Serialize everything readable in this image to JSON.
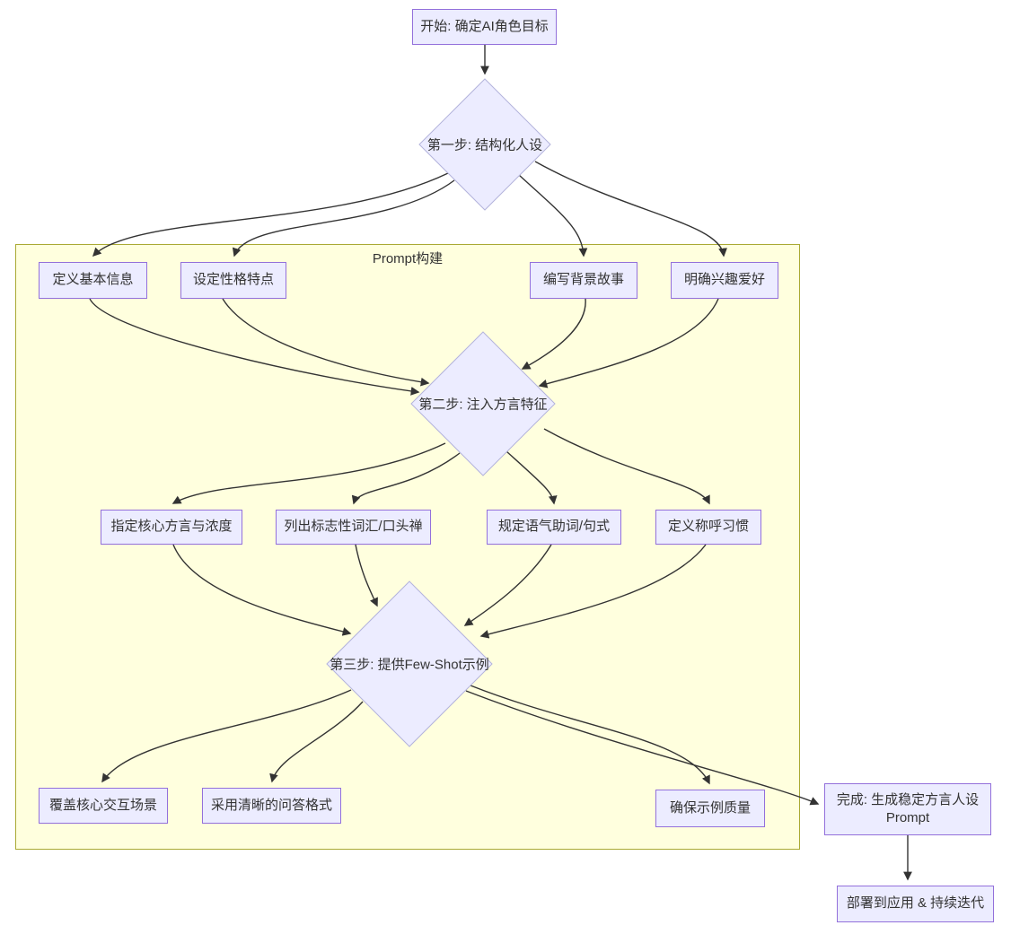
{
  "diagram": {
    "type": "flowchart",
    "cluster_label": "Prompt构建",
    "nodes": {
      "start": {
        "label": "开始: 确定AI角色目标",
        "shape": "rect"
      },
      "step1": {
        "label": "第一步: 结构化人设",
        "shape": "diamond"
      },
      "b1": {
        "label": "定义基本信息",
        "shape": "rect"
      },
      "b2": {
        "label": "设定性格特点",
        "shape": "rect"
      },
      "b3": {
        "label": "编写背景故事",
        "shape": "rect"
      },
      "b4": {
        "label": "明确兴趣爱好",
        "shape": "rect"
      },
      "step2": {
        "label": "第二步: 注入方言特征",
        "shape": "diamond"
      },
      "c1": {
        "label": "指定核心方言与浓度",
        "shape": "rect"
      },
      "c2": {
        "label": "列出标志性词汇/口头禅",
        "shape": "rect"
      },
      "c3": {
        "label": "规定语气助词/句式",
        "shape": "rect"
      },
      "c4": {
        "label": "定义称呼习惯",
        "shape": "rect"
      },
      "step3": {
        "label": "第三步: 提供Few-Shot示例",
        "shape": "diamond"
      },
      "e1": {
        "label": "覆盖核心交互场景",
        "shape": "rect"
      },
      "e2": {
        "label": "采用清晰的问答格式",
        "shape": "rect"
      },
      "e3": {
        "label": "确保示例质量",
        "shape": "rect"
      },
      "done": {
        "label": "完成: 生成稳定方言人设 Prompt",
        "shape": "rect"
      },
      "deploy": {
        "label": "部署到应用 & 持续迭代",
        "shape": "rect"
      }
    },
    "edges": [
      {
        "from": "start",
        "to": "step1"
      },
      {
        "from": "step1",
        "to": "b1"
      },
      {
        "from": "step1",
        "to": "b2"
      },
      {
        "from": "step1",
        "to": "b3"
      },
      {
        "from": "step1",
        "to": "b4"
      },
      {
        "from": "b1",
        "to": "step2"
      },
      {
        "from": "b2",
        "to": "step2"
      },
      {
        "from": "b3",
        "to": "step2"
      },
      {
        "from": "b4",
        "to": "step2"
      },
      {
        "from": "step2",
        "to": "c1"
      },
      {
        "from": "step2",
        "to": "c2"
      },
      {
        "from": "step2",
        "to": "c3"
      },
      {
        "from": "step2",
        "to": "c4"
      },
      {
        "from": "c1",
        "to": "step3"
      },
      {
        "from": "c2",
        "to": "step3"
      },
      {
        "from": "c3",
        "to": "step3"
      },
      {
        "from": "c4",
        "to": "step3"
      },
      {
        "from": "step3",
        "to": "e1"
      },
      {
        "from": "step3",
        "to": "e2"
      },
      {
        "from": "step3",
        "to": "e3"
      },
      {
        "from": "step3",
        "to": "done"
      },
      {
        "from": "done",
        "to": "deploy"
      }
    ],
    "colors": {
      "node_fill": "#ECECFF",
      "node_border": "#9370DB",
      "diamond_border": "#b3b3dc",
      "cluster_fill": "#FFFFDE",
      "cluster_border": "#AAAA33",
      "edge": "#333333",
      "text": "#333333"
    }
  }
}
